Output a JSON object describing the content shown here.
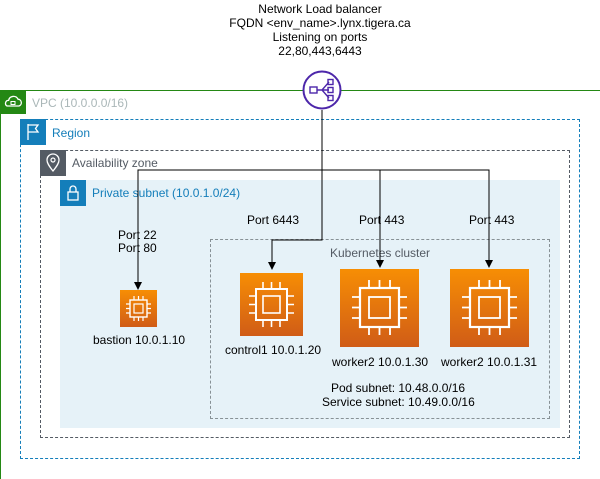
{
  "load_balancer": {
    "title": "Network Load balancer",
    "fqdn": "FQDN <env_name>.lynx.tigera.ca",
    "listening": "Listening on ports",
    "ports": "22,80,443,6443",
    "icon": "network-load-balancer-icon"
  },
  "vpc": {
    "label": "VPC (10.0.0.0/16)",
    "color": "#248814",
    "icon": "cloud-icon"
  },
  "region": {
    "label": "Region",
    "color": "#147eba",
    "icon": "flag-icon"
  },
  "availability_zone": {
    "label": "Availability zone",
    "color": "#545b64",
    "icon": "location-pin-icon"
  },
  "private_subnet": {
    "label": "Private subnet (10.0.1.0/24)",
    "color": "#147eba",
    "icon": "lock-icon"
  },
  "kubernetes_cluster": {
    "label": "Kubernetes cluster",
    "pod_subnet": "Pod subnet: 10.48.0.0/16",
    "service_subnet": "Service subnet: 10.49.0.0/16"
  },
  "bastion": {
    "label": "bastion 10.0.1.10",
    "port_line1": "Port  22",
    "port_line2": "Port  80"
  },
  "nodes": [
    {
      "label": "control1 10.0.1.20",
      "port": "Port  6443"
    },
    {
      "label": "worker2 10.0.1.30",
      "port": "Port  443"
    },
    {
      "label": "worker2 10.0.1.31",
      "port": "Port  443"
    }
  ],
  "colors": {
    "ec2": "#f78e04",
    "nlb": "#4d27aa"
  }
}
